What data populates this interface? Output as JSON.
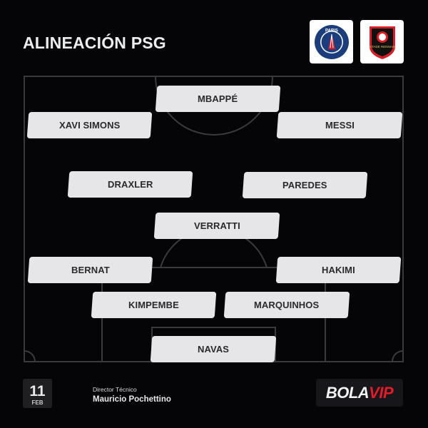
{
  "header": {
    "title": "ALINEACIÓN PSG"
  },
  "teams": [
    {
      "name": "Paris Saint-Germain",
      "crest_text": "PARIS",
      "icon": "psg-crest-icon",
      "primary": "#1b3d7d",
      "secondary": "#d61f2c"
    },
    {
      "name": "Stade Rennais",
      "crest_text": "STADE RENNAIS",
      "icon": "rennes-crest-icon",
      "primary": "#000000",
      "secondary": "#d81e26"
    }
  ],
  "lineup": {
    "players": [
      {
        "name": "MBAPPÉ",
        "position": "forward"
      },
      {
        "name": "XAVI SIMONS",
        "position": "left-wing"
      },
      {
        "name": "MESSI",
        "position": "right-wing"
      },
      {
        "name": "DRAXLER",
        "position": "left-midfield"
      },
      {
        "name": "PAREDES",
        "position": "right-midfield"
      },
      {
        "name": "VERRATTI",
        "position": "defensive-midfield"
      },
      {
        "name": "BERNAT",
        "position": "left-back"
      },
      {
        "name": "HAKIMI",
        "position": "right-back"
      },
      {
        "name": "KIMPEMBE",
        "position": "left-center-back"
      },
      {
        "name": "MARQUINHOS",
        "position": "right-center-back"
      },
      {
        "name": "NAVAS",
        "position": "goalkeeper"
      }
    ]
  },
  "match": {
    "day": "11",
    "month": "FEB"
  },
  "coach": {
    "label": "Director Técnico",
    "name": "Mauricio Pochettino"
  },
  "brand": {
    "part1": "BOLA",
    "part2": "VIP",
    "accent": "#e51b2a"
  },
  "colors": {
    "background": "#050507",
    "card": "#e6e6e8",
    "pitch_lines": "#3a3a3d"
  }
}
